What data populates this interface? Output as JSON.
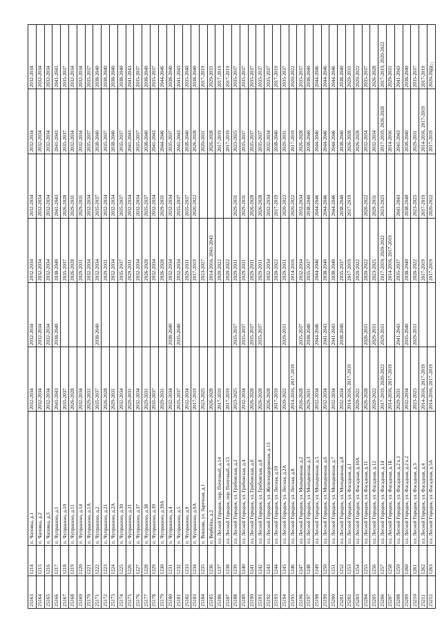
{
  "page_marker": "1018",
  "rows": [
    [
      "25163",
      "1214",
      "п. Чаповка, д.1",
      "2032-2034",
      "2032-2034",
      "2032-2034",
      "2032-2034",
      "2032-2034",
      "2032-2034"
    ],
    [
      "25164",
      "1215",
      "п. Чаповка, д.2",
      "2032-2034",
      "2032-2034",
      "2032-2034",
      "2032-2034",
      "2032-2034",
      "2032-2034"
    ],
    [
      "25165",
      "1216",
      "п. Чаповка, д.3",
      "2032-2034",
      "2032-2034",
      "2032-2034",
      "2032-2034",
      "2032-2034",
      "2032-2034"
    ],
    [
      "25166",
      "1217",
      "п. Чупракино, д.1",
      "2041-2043",
      "2038-2040",
      "2038-2040",
      "2041-2043",
      "2041-2043",
      "2041-2043"
    ],
    [
      "25167",
      "1218",
      "п. Чупракино, д.10",
      "2035-2037",
      "",
      "2035-2037",
      "2026-2028",
      "2035-2037",
      "2035-2037"
    ],
    [
      "25168",
      "1219",
      "п. Чупракино, д.11",
      "2026-2028",
      "",
      "2026-2028",
      "2029-2031",
      "2032-2034",
      "2032-2034"
    ],
    [
      "25169",
      "1220",
      "п. Чупракино, д.14",
      "2032-2034",
      "",
      "2029-2031",
      "2029-2031",
      "2032-2034",
      "2032-2034"
    ],
    [
      "25170",
      "1221",
      "п. Чупракино, д.1А",
      "2029-2031",
      "",
      "2032-2034",
      "2032-2034",
      "2035-2037",
      "2035-2037"
    ],
    [
      "25171",
      "1222",
      "п. Чупракино, д.2",
      "2035-2037",
      "2038-2040",
      "2032-2034",
      "2035-2037",
      "2038-2040",
      "2038-2040"
    ],
    [
      "25172",
      "1223",
      "п. Чупракино, д.21",
      "2026-2028",
      "",
      "2029-2031",
      "2032-2034",
      "2035-2037",
      "2038-2040"
    ],
    [
      "25173",
      "1224",
      "п. Чупракино, д.2А",
      "2029-2031",
      "",
      "2032-2034",
      "2032-2034",
      "2038-2040",
      "2038-2040"
    ],
    [
      "25174",
      "1225",
      "п. Чупракино, д.30",
      "2032-2034",
      "",
      "2035-2037",
      "2035-2037",
      "2035-2037",
      "2038-2040"
    ],
    [
      "25175",
      "1226",
      "п. Чупракино, д.31",
      "2029-2031",
      "",
      "2029-2031",
      "2032-2034",
      "2041-2043",
      "2041-2043"
    ],
    [
      "25176",
      "1227",
      "п. Чупракино, д.37",
      "2032-2034",
      "",
      "2032-2034",
      "2032-2034",
      "2035-2037",
      "2035-2037"
    ],
    [
      "25177",
      "1228",
      "п. Чупракино, д.38",
      "2029-2031",
      "",
      "2026-2028",
      "2035-2037",
      "2038-2040",
      "2038-2040"
    ],
    [
      "25178",
      "1229",
      "п. Чупракино, д.39",
      "2035-2037",
      "",
      "2032-2034",
      "2032-2034",
      "2041-2043",
      "2035-2037"
    ],
    [
      "25179",
      "1230",
      "п. Чупракино, д.39А",
      "2029-2031",
      "",
      "2026-2028",
      "2029-2031",
      "2044-2046",
      "2044-2046"
    ],
    [
      "25180",
      "1231",
      "п. Чупракино, д.4",
      "2032-2034",
      "2038-2040",
      "2032-2034",
      "2032-2034",
      "2035-2037",
      "2038-2040"
    ],
    [
      "25181",
      "1232",
      "п. Чупракино, д.5",
      "2035-2037",
      "2035-2040",
      "2032-2034",
      "2035-2037",
      "2041-2043",
      "2041-2043"
    ],
    [
      "25182",
      "1233",
      "п. Чупракино, д.9",
      "2032-2034",
      "",
      "2029-2031",
      "2035-2037",
      "2038-2040",
      "2035-2040"
    ],
    [
      "25183",
      "1234",
      "п. Чупракино, д.9А",
      "2017-2019",
      "",
      "2017-2019",
      "2020-2022",
      "2026-2028",
      "2038-2040"
    ],
    [
      "25184",
      "1235",
      "п. Вишняк, ул. Заречная, д.1",
      "2023-2025",
      "",
      "2023-2027",
      "",
      "2020-2031",
      "2017-2019"
    ],
    [
      "25185",
      "1236",
      "п. Вербейка, д.2",
      "2026-2028",
      "",
      "2014-2016, 2041-2043",
      "",
      "2026-2028",
      "2029-2031"
    ],
    [
      "25186",
      "1237",
      "пл. Лесной Городок, пер. Почтовый, д.14",
      "2017-2019",
      "",
      "2020-2022",
      "",
      "2017-2019",
      "2017-2019"
    ],
    [
      "25187",
      "1238",
      "пл. Лесной Городок, пер. Почтовый, д.15",
      "2017-2019",
      "",
      "2020-2022",
      "",
      "2017-2019",
      "2017-2019"
    ],
    [
      "25188",
      "1239",
      "пл. Лесной Городок, ул. Грибовская, д.2",
      "2023-2025",
      "2035-2037",
      "2029-2031",
      "2029-2031",
      "2023-2025",
      "2035-2037"
    ],
    [
      "25189",
      "1240",
      "пл. Лесной Городок, ул. Грибовская, д.4",
      "2032-2034",
      "2035-2037",
      "2029-2031",
      "2029-2031",
      "2035-2037",
      "2035-2037"
    ],
    [
      "25190",
      "1241",
      "пл. Лесной Городок, ул. Грибовская, д.6",
      "2026-2028",
      "2035-2037",
      "2029-2031",
      "2026-2028",
      "2035-2037",
      "2035-2037"
    ],
    [
      "25191",
      "1242",
      "пл. Лесной Городок, ул. Грибовская, д.8",
      "2026-2028",
      "2035-2037",
      "2029-2031",
      "2026-2028",
      "2035-2037",
      "2035-2037"
    ],
    [
      "25192",
      "1243",
      "пл. Лесной Городок, ул. Железнодорожная, д.13",
      "2026-2028",
      "",
      "2032-2034",
      "2032-2034",
      "2032-2034",
      "2035-2037"
    ],
    [
      "25193",
      "1244",
      "пл. Лесной Городок, ул. Лесная, д.10",
      "2017-2019",
      "",
      "2020-2022",
      "2017-2019",
      "2038-2040",
      "2017-2019"
    ],
    [
      "25194",
      "1245",
      "пл. Лесной Городок, ул. Лесная, д.2А",
      "2020-2022",
      "2029-2031",
      "2029-2031",
      "2020-2022",
      "2029-2031",
      "2035-2037"
    ],
    [
      "25195",
      "1246",
      "пл. Лесной Городок, ул. Лесная, д.8",
      "2014-2016, 2017-2019",
      "",
      "2014-2016",
      "2020-2022",
      "2017-2019",
      "2020-2022"
    ],
    [
      "25196",
      "1247",
      "пл. Лесной Городок, ул. Молодежная, д.2",
      "2026-2028",
      "2035-2037",
      "2032-2034",
      "2032-2034",
      "2026-2028",
      "2035-2037"
    ],
    [
      "25197",
      "1248",
      "пл. Лесной Городок, ул. Молодежная, д.3",
      "2029-2031",
      "2038-2040",
      "2035-2037",
      "2038-2040",
      "2038-2040",
      "2038-2040"
    ],
    [
      "25198",
      "1249",
      "пл. Лесной Городок, ул. Молодежная, д.5",
      "2032-2034",
      "2044-2046",
      "2044-2046",
      "2044-2046",
      "2044-2046",
      "2044-2046"
    ],
    [
      "25199",
      "1250",
      "пл. Лесной Городок, ул. Молодежная, д.6",
      "2032-2034",
      "2041-2043",
      "2038-2040",
      "2044-2046",
      "2044-2046",
      "2044-2046"
    ],
    [
      "25200",
      "1251",
      "пл. Лесной Городок, ул. Молодежная, д.7",
      "2032-2034",
      "2041-2043",
      "2038-2040",
      "2044-2046",
      "2044-2046",
      "2044-2046"
    ],
    [
      "25201",
      "1252",
      "пл. Лесной Городок, ул. Молодежная, д.8",
      "2032-2034",
      "2038-2040",
      "2035-2037",
      "2038-2040",
      "2038-2040",
      "2038-2040"
    ],
    [
      "25202",
      "1253",
      "пл. Лесной Городок, ул. Фасадная, д.1",
      "2014-2016, 2017-2019",
      "",
      "2017-2019",
      "2017-2019",
      "2026-2028",
      "2029-2031"
    ],
    [
      "25203",
      "1254",
      "пл. Лесной Городок, ул. Фасадная, д.10А",
      "2020-2022",
      "",
      "2020-2022",
      "",
      "2026-2028",
      "2020-2022"
    ],
    [
      "25204",
      "1255",
      "пл. Лесной Городок, ул. Фасадная, д.11",
      "2026-2028",
      "2026-2031",
      "2020-2022",
      "2020-2022",
      "2032-2034",
      "2035-2037"
    ],
    [
      "25205",
      "1256",
      "пл. Лесной Городок, ул. Фасадная, д.12",
      "2020-2022",
      "2029-2031",
      "2023-2025",
      "2029-2031",
      "2032-2034",
      "2026-2028"
    ],
    [
      "25206",
      "1257",
      "пл. Лесной Городок, ул. Фасадная, д.14",
      "2017-2019, 2020-2022",
      "2029-2031",
      "2017-2019, 2020-2022",
      "2023-2025",
      "2017-2019, 2026-2028",
      "2017-2019, 2020-2022"
    ],
    [
      "25207",
      "1258",
      "пл. Лесной Городок, ул. Фасадная, д.1Б",
      "2014-2016, 2017-2019",
      "",
      "2014-2016, 2017-2019",
      "",
      "2014-2016",
      "2029-2031"
    ],
    [
      "25208",
      "1259",
      "пл. Лесной Городок, ул. Фасадная, д.2 к.1",
      "2029-2031",
      "2041-2043",
      "2035-2037",
      "2041-2043",
      "2041-2043",
      "2041-2043"
    ],
    [
      "25209",
      "1260",
      "пл. Лесной Городок, ул. Фасадная, д.2 к.2",
      "2032-2034",
      "2035-2040",
      "2038-2040",
      "2038-2040",
      "2038-2040",
      "2038-2040"
    ],
    [
      "25210",
      "1261",
      "пл. Лесной Городок, ул. Фасадная, д.3",
      "2023-2025",
      "2029-2031",
      "2020-2022",
      "2023-2025",
      "2029-2031",
      "2035-2037"
    ],
    [
      "25211",
      "1262",
      "пл. Лесной Городок, ул. Фасадная, д.4",
      "2014-2016, 2017-2019",
      "",
      "2017-2019",
      "2017-2019",
      "2014-2016, 2017-2019",
      "2017-2019"
    ],
    [
      "25212",
      "1263",
      "пл. Лесной Городок, ул. Фасадная, д.5А",
      "2014-2016, 2017-2019",
      "",
      "2017-2019",
      "2020-2022",
      "2017-2019",
      "2020-2022"
    ]
  ]
}
